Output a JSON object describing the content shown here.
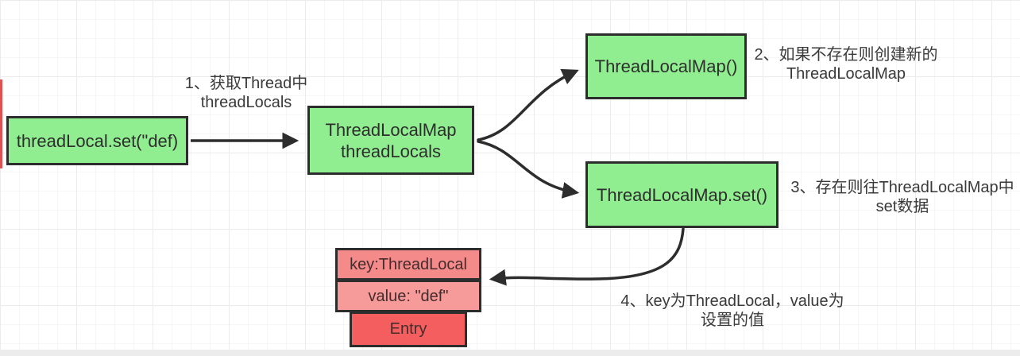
{
  "diagram": {
    "nodes": {
      "thread_local_set": {
        "label": "threadLocal.set(\"def)"
      },
      "thread_locals": {
        "line1": "ThreadLocalMap",
        "line2": "threadLocals"
      },
      "threadlocalmap_constructor": {
        "label": "ThreadLocalMap()"
      },
      "threadlocalmap_set": {
        "label": "ThreadLocalMap.set()"
      },
      "entry_key": {
        "label": "key:ThreadLocal"
      },
      "entry_value": {
        "label": "value: \"def\""
      },
      "entry": {
        "label": "Entry"
      }
    },
    "annotations": {
      "step1": {
        "line1": "1、获取Thread中",
        "line2": "threadLocals"
      },
      "step2": {
        "line1": "2、如果不存在则创建新的",
        "line2": "ThreadLocalMap"
      },
      "step3": {
        "line1": "3、存在则往ThreadLocalMap中",
        "line2": "set数据"
      },
      "step4": {
        "line1": "4、key为ThreadLocal，value为",
        "line2": "设置的值"
      }
    },
    "colors": {
      "node_green": "#90ee90",
      "node_pink": "#f58a8a",
      "node_pink_light": "#f79a9a",
      "node_red": "#f55e5e",
      "border": "#2d2d2d",
      "arrow": "#2d2d2d",
      "accent_line": "#e05252",
      "annotation_text": "#3a3a3a"
    }
  }
}
